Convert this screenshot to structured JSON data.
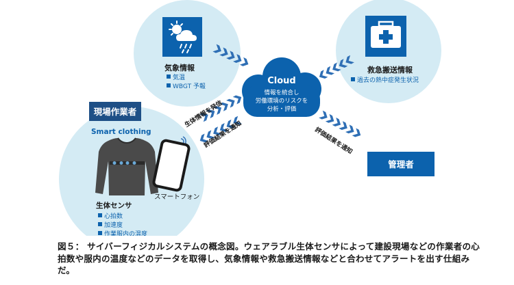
{
  "colors": {
    "circle_fill": "#d4ebf4",
    "brand_blue": "#0c62ad",
    "dark_blue": "#1e4f86",
    "arrow_blue": "#2f6fb5",
    "text_dark": "#1a1a1a"
  },
  "weather": {
    "icon": "weather-sun-cloud-rain-icon",
    "title": "気象情報",
    "items": [
      "気温",
      "WBGT 予報"
    ]
  },
  "ambulance": {
    "icon": "first-aid-kit-icon",
    "title": "救急搬送情報",
    "items": [
      "過去の熱中症発生状況"
    ]
  },
  "cloud": {
    "title": "Cloud",
    "lines": [
      "情報を統合し",
      "労働環境のリスクを",
      "分析・評価"
    ]
  },
  "worker": {
    "badge": "現場作業者",
    "clothing_label": "Smart clothing",
    "shirt_icon": "smart-shirt-icon",
    "phone_icon": "smartphone-icon",
    "phone_label": "スマートフォン",
    "sensor_title": "生体センサ",
    "sensor_items": [
      "心拍数",
      "加速度",
      "作業服内の温度"
    ]
  },
  "flows": {
    "send_label": "生体情報を発信",
    "notify_label": "評価結果を通知",
    "manager_notify_label": "評価結果を通知"
  },
  "manager": {
    "badge": "管理者"
  },
  "caption": "図５： サイバーフィジカルシステムの概念図。ウェアラブル生体センサによって建設現場などの作業者の心拍数や服内の温度などのデータを取得し、気象情報や救急搬送情報などと合わせてアラートを出す仕組みだ。"
}
